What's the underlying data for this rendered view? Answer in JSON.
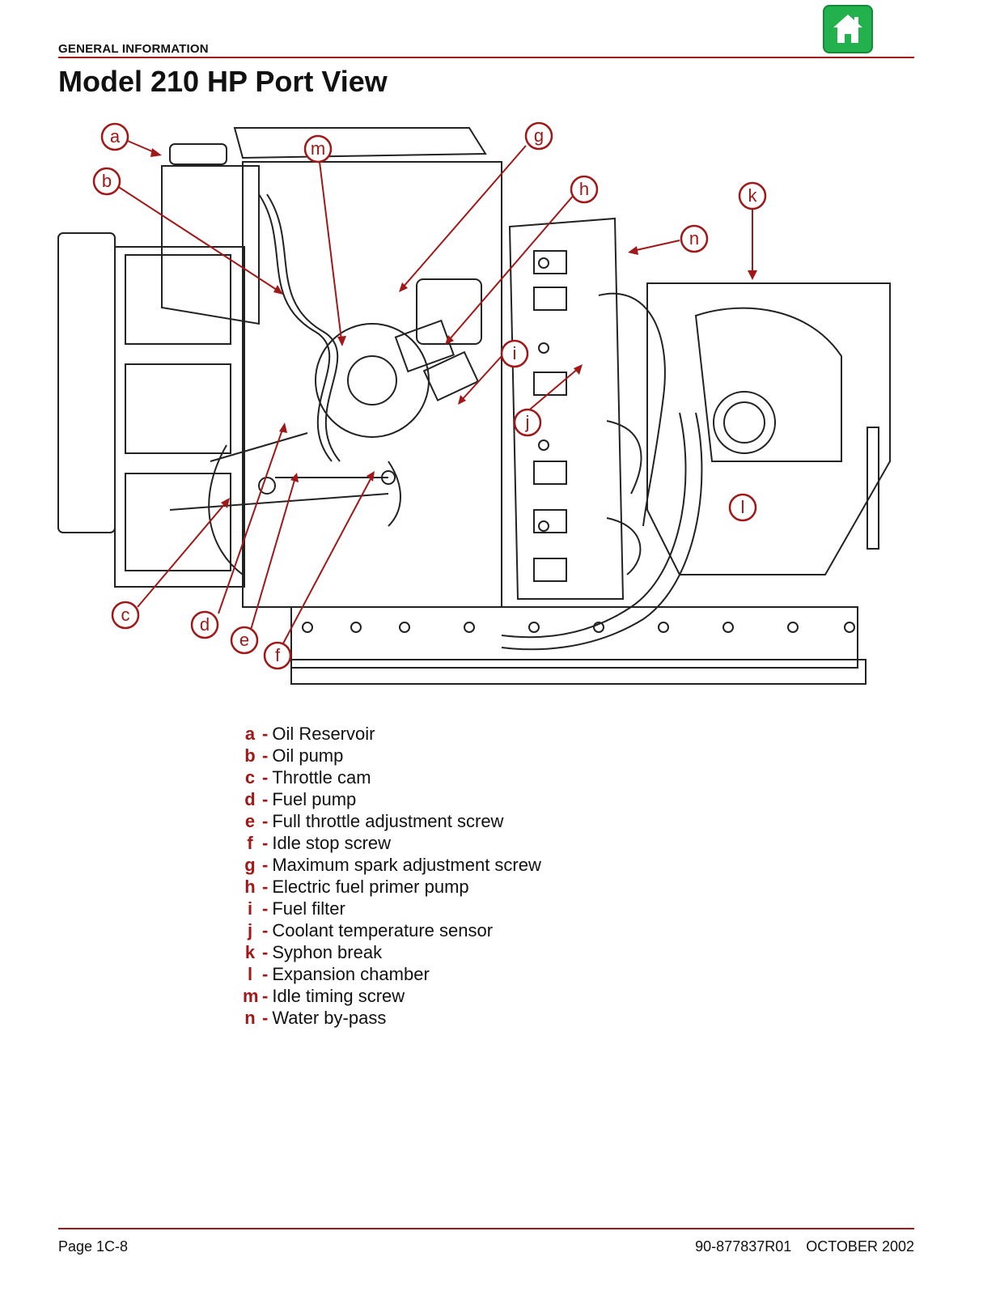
{
  "header": {
    "section": "GENERAL INFORMATION",
    "home_icon": "home-icon",
    "colors": {
      "accent_rule": "#a01818",
      "home_button": "#22b14c"
    }
  },
  "title": "Model 210 HP Port View",
  "diagram": {
    "callout_color": "#a01818",
    "callouts": [
      "a",
      "b",
      "c",
      "d",
      "e",
      "f",
      "g",
      "h",
      "i",
      "j",
      "k",
      "l",
      "m",
      "n"
    ]
  },
  "legend": [
    {
      "letter": "a",
      "sep": "-",
      "text": "Oil Reservoir"
    },
    {
      "letter": "b",
      "sep": "-",
      "text": "Oil pump"
    },
    {
      "letter": "c",
      "sep": "-",
      "text": "Throttle cam"
    },
    {
      "letter": "d",
      "sep": "-",
      "text": "Fuel pump"
    },
    {
      "letter": "e",
      "sep": "-",
      "text": "Full throttle adjustment screw"
    },
    {
      "letter": "f",
      "sep": "-",
      "text": "Idle stop screw"
    },
    {
      "letter": "g",
      "sep": "-",
      "text": "Maximum spark adjustment screw"
    },
    {
      "letter": "h",
      "sep": "-",
      "text": "Electric fuel primer pump"
    },
    {
      "letter": "i",
      "sep": "-",
      "text": "Fuel filter"
    },
    {
      "letter": "j",
      "sep": "-",
      "text": "Coolant temperature sensor"
    },
    {
      "letter": "k",
      "sep": "-",
      "text": "Syphon break"
    },
    {
      "letter": "l",
      "sep": "-",
      "text": "Expansion chamber"
    },
    {
      "letter": "m",
      "sep": "-",
      "text": "Idle timing screw"
    },
    {
      "letter": "n",
      "sep": "-",
      "text": "Water by-pass"
    }
  ],
  "footer": {
    "page": "Page 1C-8",
    "doc_number": "90-877837R01",
    "date": "OCTOBER 2002"
  }
}
